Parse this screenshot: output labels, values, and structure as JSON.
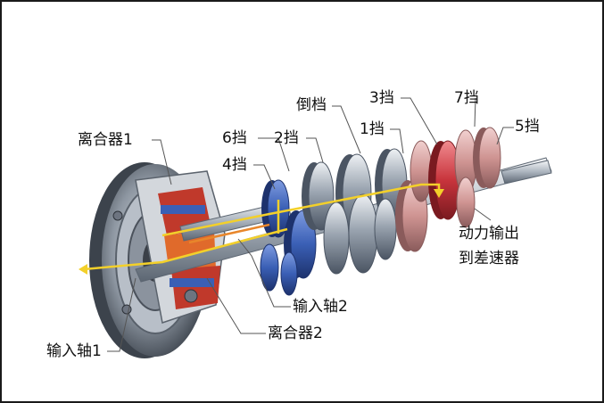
{
  "labels": {
    "clutch1": "离合器1",
    "gear6": "6挡",
    "gear2": "2挡",
    "gear4": "4挡",
    "reverse": "倒档",
    "gear3": "3挡",
    "gear1": "1挡",
    "gear7": "7挡",
    "gear5": "5挡",
    "output_line1": "动力输出",
    "output_line2": "到差速器",
    "input_shaft2": "输入轴2",
    "clutch2": "离合器2",
    "input_shaft1": "输入轴1"
  },
  "colors": {
    "frame": "#1a1a1a",
    "steel_dark": "#3a4350",
    "steel_light": "#d7dde4",
    "gear_blue": "#3a5fb5",
    "gear_red": "#c8343c",
    "gear_pink": "#d99a9a",
    "gear_steel": "#a9b3bf",
    "flow_yellow": "#f3d02a",
    "flow_orange": "#e8862b",
    "leader": "#555555"
  }
}
